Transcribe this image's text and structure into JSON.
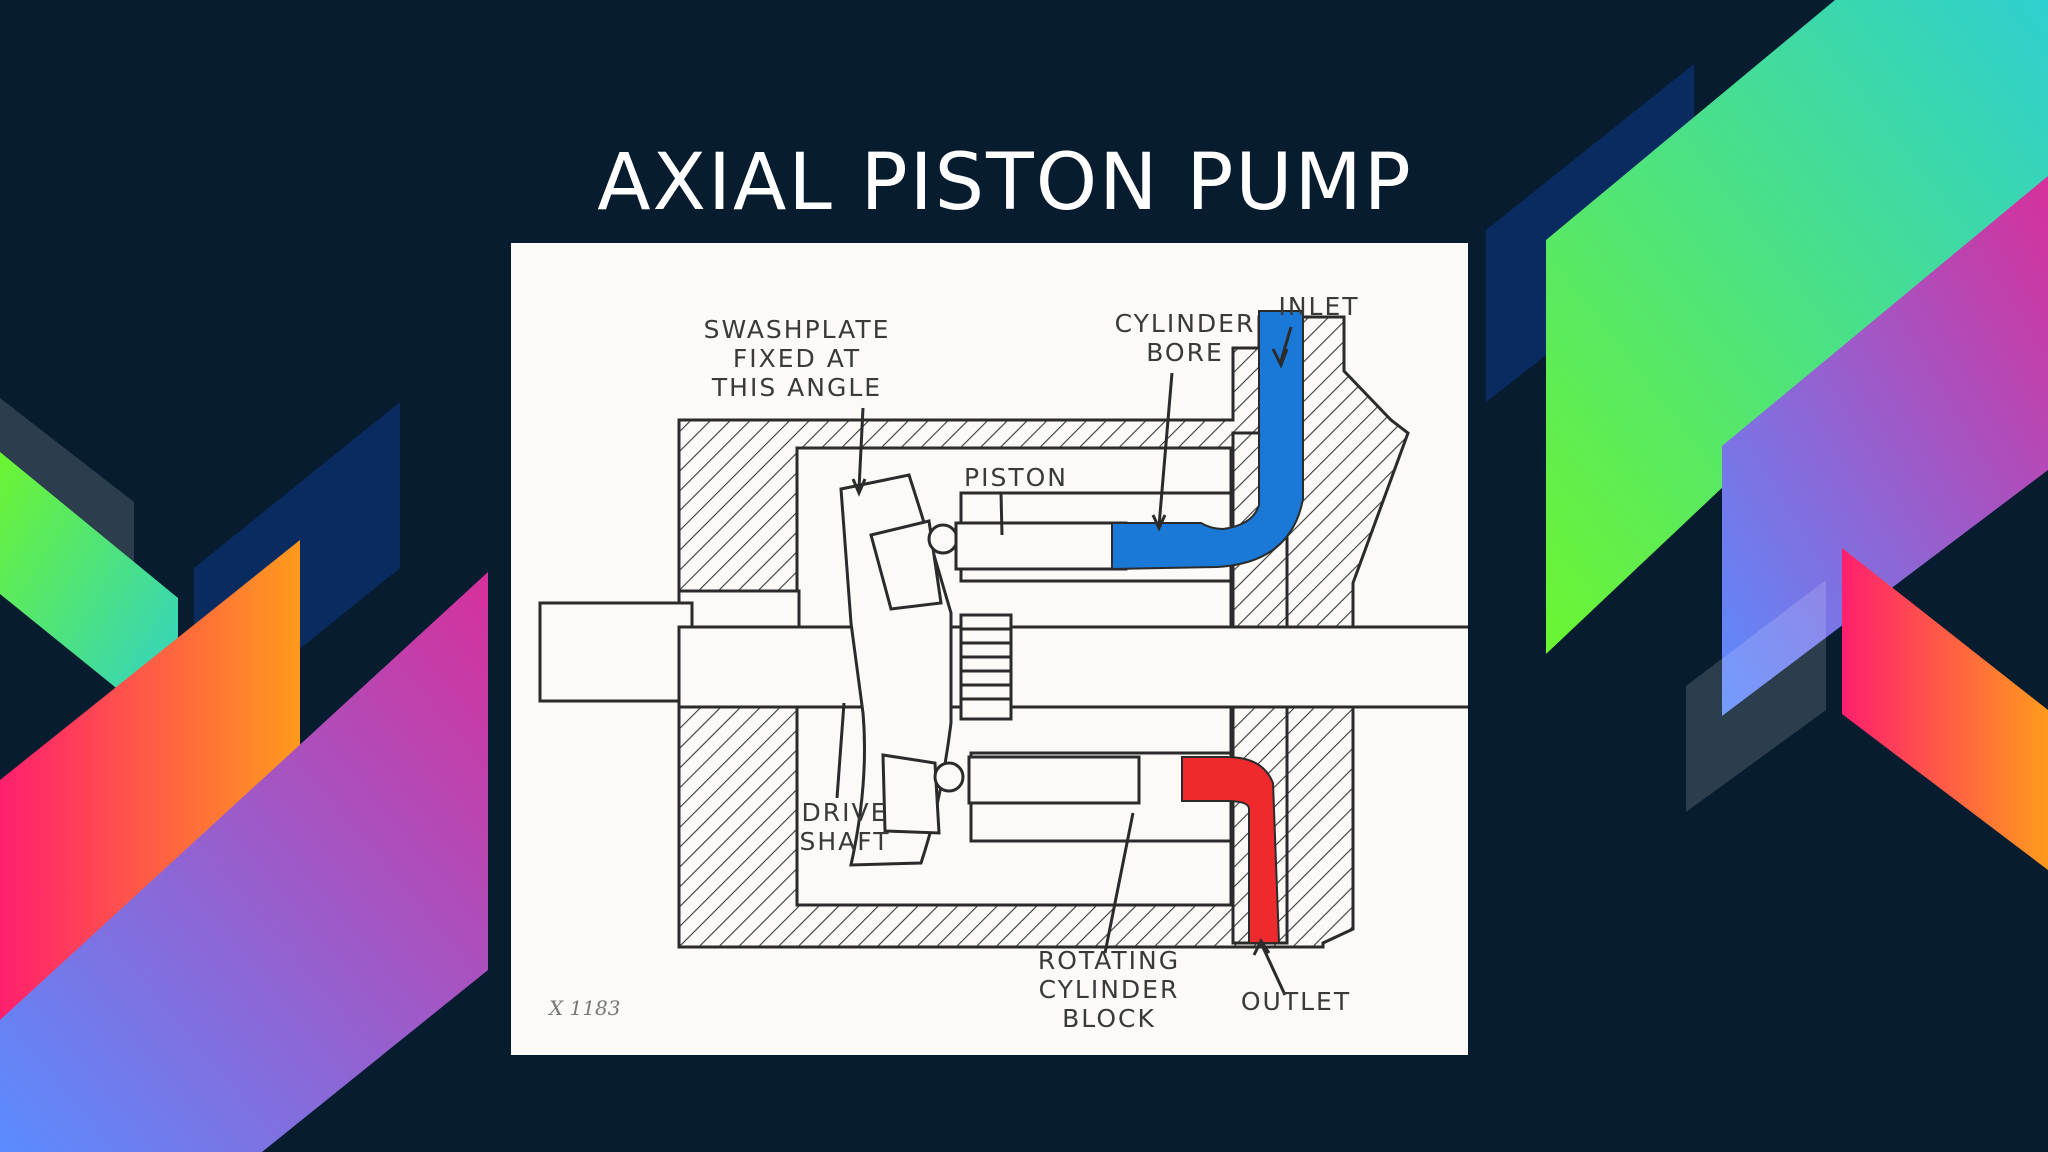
{
  "slide": {
    "title": "AXIAL PISTON PUMP"
  },
  "diagram": {
    "labels": {
      "swashplate_line1": "SWASHPLATE",
      "swashplate_line2": "FIXED AT",
      "swashplate_line3": "THIS ANGLE",
      "piston": "PISTON",
      "cylinder_bore_line1": "CYLINDER",
      "cylinder_bore_line2": "BORE",
      "inlet": "INLET",
      "drive_shaft_line1": "DRIVE",
      "drive_shaft_line2": "SHAFT",
      "rotating_block_line1": "ROTATING",
      "rotating_block_line2": "CYLINDER",
      "rotating_block_line3": "BLOCK",
      "outlet": "OUTLET",
      "figure_code": "X 1183"
    },
    "colors": {
      "inlet_fluid": "#1a78d6",
      "outlet_fluid": "#ee2a2e",
      "ink": "#2b2b2b",
      "paper": "#fbfaf6"
    }
  },
  "theme": {
    "background": "#081c2f",
    "accent_green": "#6cf531",
    "accent_teal": "#2ecfd0",
    "accent_pink": "#ff1f6e",
    "accent_orange": "#ff9a1c",
    "accent_blue": "#5a8cff",
    "accent_magenta": "#d6309a"
  }
}
